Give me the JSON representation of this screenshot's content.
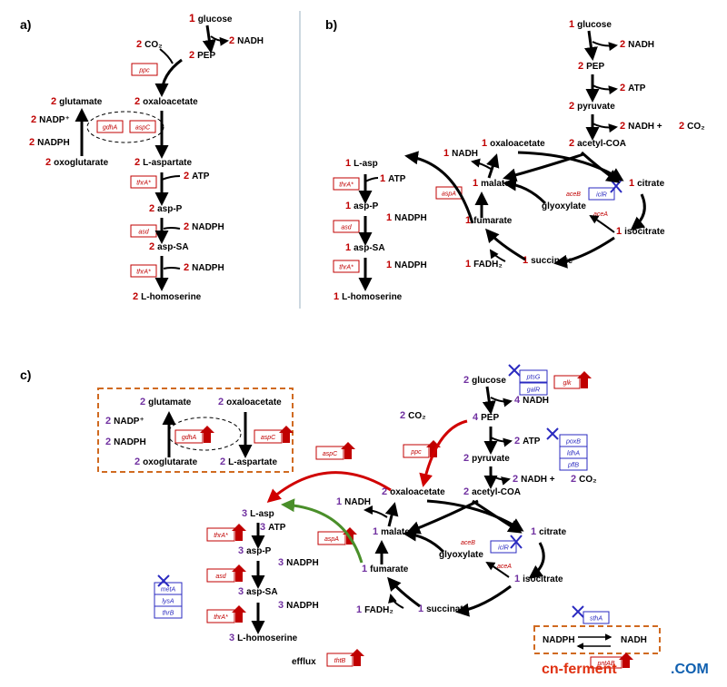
{
  "colors": {
    "coefficient_red": "#c00000",
    "coefficient_purple": "#7030a0",
    "enzyme_box_red": "#c00000",
    "knockout_blue": "#2a2ac0",
    "upregulation_arrow": "#c00000",
    "redirect_arrow_red": "#d00000",
    "redirect_arrow_green": "#4a8f2a",
    "dashed_box_orange": "#d06a20",
    "watermark_red": "#e03010",
    "watermark_blue": "#1060b0"
  },
  "panel_a": {
    "label": "a)",
    "nodes": {
      "glucose": {
        "coef": "1",
        "name": "glucose"
      },
      "nadh1": {
        "coef": "2",
        "name": "NADH"
      },
      "co2": {
        "coef": "2",
        "name": "CO₂"
      },
      "pep": {
        "coef": "2",
        "name": "PEP"
      },
      "glutamate": {
        "coef": "2",
        "name": "glutamate"
      },
      "oxaloacetate": {
        "coef": "2",
        "name": "oxaloacetate"
      },
      "nadp": {
        "coef": "2",
        "name": "NADP⁺"
      },
      "nadph1": {
        "coef": "2",
        "name": "NADPH"
      },
      "oxoglutarate": {
        "coef": "2",
        "name": "oxoglutarate"
      },
      "laspartate": {
        "coef": "2",
        "name": "L-aspartate"
      },
      "atp": {
        "coef": "2",
        "name": "ATP"
      },
      "aspp": {
        "coef": "2",
        "name": "asp-P"
      },
      "nadph2": {
        "coef": "2",
        "name": "NADPH"
      },
      "aspsa": {
        "coef": "2",
        "name": "asp-SA"
      },
      "nadph3": {
        "coef": "2",
        "name": "NADPH"
      },
      "lhomoserine": {
        "coef": "2",
        "name": "L-homoserine"
      }
    },
    "enzymes": {
      "ppc": "ppc",
      "gdhA": "gdhA",
      "aspC": "aspC",
      "thrA1": "thrA*",
      "asd": "asd",
      "thrA2": "thrA*"
    }
  },
  "panel_b": {
    "label": "b)",
    "nodes": {
      "glucose": {
        "coef": "1",
        "name": "glucose"
      },
      "nadh1": {
        "coef": "2",
        "name": "NADH"
      },
      "pep": {
        "coef": "2",
        "name": "PEP"
      },
      "atp1": {
        "coef": "2",
        "name": "ATP"
      },
      "pyruvate": {
        "coef": "2",
        "name": "pyruvate"
      },
      "nadh2": {
        "coef": "2",
        "name": "NADH + "
      },
      "co2": {
        "coef": "2",
        "name": "CO₂"
      },
      "acetylcoa": {
        "coef": "2",
        "name": "acetyl-COA"
      },
      "nadh3": {
        "coef": "1",
        "name": "NADH"
      },
      "oxaloacetate": {
        "coef": "1",
        "name": "oxaloacetate"
      },
      "lasp": {
        "coef": "1",
        "name": "L-asp"
      },
      "atp2": {
        "coef": "1",
        "name": "ATP"
      },
      "malate": {
        "coef": "1",
        "name": "malate"
      },
      "citrate": {
        "coef": "1",
        "name": "citrate"
      },
      "glyoxylate": {
        "coef": "",
        "name": "glyoxylate"
      },
      "aspp": {
        "coef": "1",
        "name": "asp-P"
      },
      "nadph1": {
        "coef": "1",
        "name": "NADPH"
      },
      "fumarate": {
        "coef": "1",
        "name": "fumarate"
      },
      "isocitrate": {
        "coef": "1",
        "name": "isocitrate"
      },
      "aspsa": {
        "coef": "1",
        "name": "asp-SA"
      },
      "nadph2": {
        "coef": "1",
        "name": "NADPH"
      },
      "fadh2": {
        "coef": "1",
        "name": "FADH₂"
      },
      "succinate": {
        "coef": "1",
        "name": "succinate"
      },
      "lhomoserine": {
        "coef": "1",
        "name": "L-homoserine"
      }
    },
    "enzymes": {
      "thrA1": "thrA*",
      "aspA": "aspA",
      "aceB": "aceB",
      "iclR": "iclR",
      "aceA": "aceA",
      "asd": "asd",
      "thrA2": "thrA*"
    }
  },
  "panel_c": {
    "label": "c)",
    "nodes": {
      "glutamate": {
        "coef": "2",
        "name": "glutamate"
      },
      "oxaloacetate_box": {
        "coef": "2",
        "name": "oxaloacetate"
      },
      "nadp": {
        "coef": "2",
        "name": "NADP⁺"
      },
      "nadph_box": {
        "coef": "2",
        "name": "NADPH"
      },
      "oxoglutarate": {
        "coef": "2",
        "name": "oxoglutarate"
      },
      "laspartate": {
        "coef": "2",
        "name": "L-aspartate"
      },
      "glucose": {
        "coef": "2",
        "name": "glucose"
      },
      "nadh1": {
        "coef": "4",
        "name": "NADH"
      },
      "co2": {
        "coef": "2",
        "name": "CO₂"
      },
      "pep": {
        "coef": "4",
        "name": "PEP"
      },
      "atp1": {
        "coef": "2",
        "name": "ATP"
      },
      "pyruvate": {
        "coef": "2",
        "name": "pyruvate"
      },
      "nadh2": {
        "coef": "2",
        "name": "NADH + "
      },
      "co2b": {
        "coef": "2",
        "name": "CO₂"
      },
      "oxaloacetate": {
        "coef": "2",
        "name": "oxaloacetate"
      },
      "acetylcoa": {
        "coef": "2",
        "name": "acetyl-COA"
      },
      "lasp": {
        "coef": "3",
        "name": "L-asp"
      },
      "nadh3": {
        "coef": "1",
        "name": "NADH"
      },
      "atp2": {
        "coef": "3",
        "name": "ATP"
      },
      "malate": {
        "coef": "1",
        "name": "malate"
      },
      "citrate": {
        "coef": "1",
        "name": "citrate"
      },
      "aspp": {
        "coef": "3",
        "name": "asp-P"
      },
      "glyoxylate": {
        "coef": "",
        "name": "glyoxylate"
      },
      "nadph1": {
        "coef": "3",
        "name": "NADPH"
      },
      "fumarate": {
        "coef": "1",
        "name": "fumarate"
      },
      "isocitrate": {
        "coef": "1",
        "name": "isocitrate"
      },
      "aspsa": {
        "coef": "3",
        "name": "asp-SA"
      },
      "nadph2": {
        "coef": "3",
        "name": "NADPH"
      },
      "fadh2": {
        "coef": "1",
        "name": "FADH₂"
      },
      "succinate": {
        "coef": "1",
        "name": "succinate"
      },
      "lhomoserine": {
        "coef": "3",
        "name": "L-homoserine"
      },
      "efflux": {
        "coef": "",
        "name": "efflux"
      },
      "nadph_tr": {
        "coef": "",
        "name": "NADPH"
      },
      "nadh_tr": {
        "coef": "",
        "name": "NADH"
      }
    },
    "enzymes": {
      "gdhA": "gdhA",
      "aspC_box": "aspC",
      "aspC": "aspC",
      "ppc": "ppc",
      "ptsG": "ptsG",
      "galR": "galR",
      "glk": "glk",
      "poxB": "poxB",
      "ldhA": "ldhA",
      "pflB": "pflB",
      "thrA1": "thrA*",
      "aspA": "aspA",
      "aceB": "aceB",
      "iclR": "iclR",
      "aceA": "aceA",
      "asd": "asd",
      "thrA2": "thrA*",
      "metA": "metA",
      "lysA": "lysA",
      "thrB": "thrB",
      "thtB": "thtB",
      "sthA": "sthA",
      "pntAB": "pntAB"
    }
  },
  "watermark": {
    "part1": "cn-ferment",
    "part2": ".COM"
  }
}
